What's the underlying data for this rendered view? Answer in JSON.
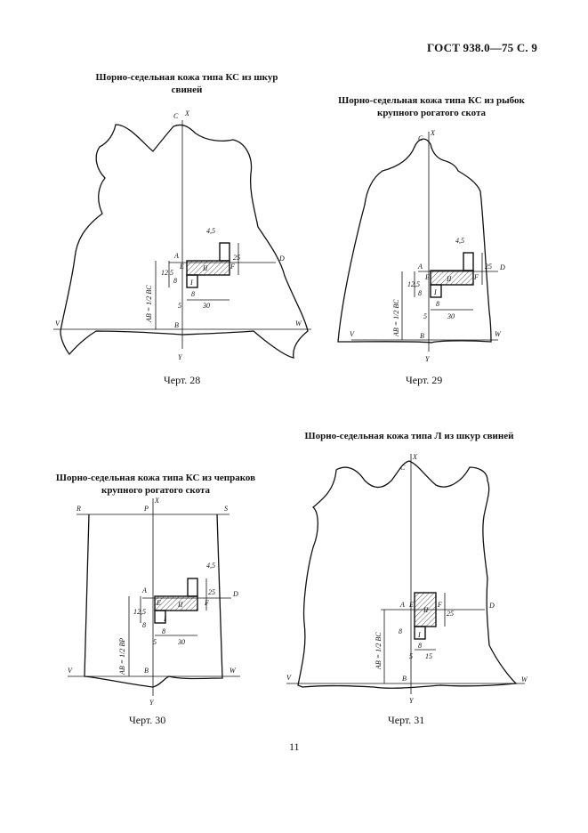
{
  "header": {
    "text": "ГОСТ 938.0—75 С. 9"
  },
  "captions": {
    "fig28": "Шорно-седельная кожа типа КС из шкур свиней",
    "fig29_line1": "Шорно-седельная кожа типа КС из рыбок",
    "fig29_line2": "крупного рогатого скота",
    "fig30_line1": "Шорно-седельная кожа типа КС из чепраков",
    "fig30_line2": "крупного рогатого скота",
    "fig31": "Шорно-седельная кожа типа Л из шкур свиней"
  },
  "figure_labels": {
    "fig28": "Черт. 28",
    "fig29": "Черт. 29",
    "fig30": "Черт. 30",
    "fig31": "Черт. 31"
  },
  "page_number": "11",
  "diagram_labels": {
    "c": "C",
    "x": "X",
    "y": "Y",
    "v": "V",
    "w": "W",
    "a": "A",
    "b": "B",
    "e": "E",
    "f": "F",
    "d": "D",
    "r": "R",
    "p": "P",
    "s": "S",
    "roman1": "I",
    "roman2": "II",
    "dim_45": "4,5",
    "dim_25": "25",
    "dim_125": "12,5",
    "dim_8": "8",
    "dim_5": "5",
    "dim_30": "30",
    "dim_15": "15",
    "ab_bc": "AB = 1/2 BC",
    "ab_bp": "AB = 1/2 BP"
  }
}
